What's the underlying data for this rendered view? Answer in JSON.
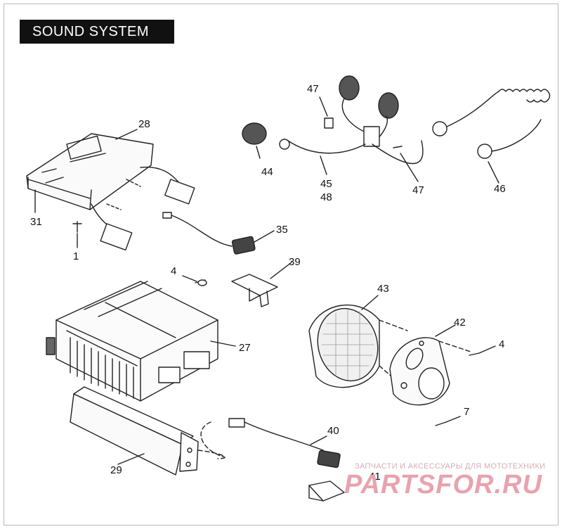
{
  "title": "SOUND SYSTEM",
  "callouts": {
    "c28": "28",
    "c31": "31",
    "c1": "1",
    "c35": "35",
    "c4a": "4",
    "c39": "39",
    "c27": "27",
    "c43": "43",
    "c42": "42",
    "c4b": "4",
    "c7": "7",
    "c40": "40",
    "c41": "41",
    "c29": "29",
    "c47a": "47",
    "c44": "44",
    "c45": "45",
    "c48": "48",
    "c47b": "47",
    "c46": "46"
  },
  "watermark": {
    "tagline": "ЗАПЧАСТИ И АКСЕССУАРЫ ДЛЯ МОТОТЕХНИКИ",
    "brand": "PARTSFOR.RU"
  }
}
